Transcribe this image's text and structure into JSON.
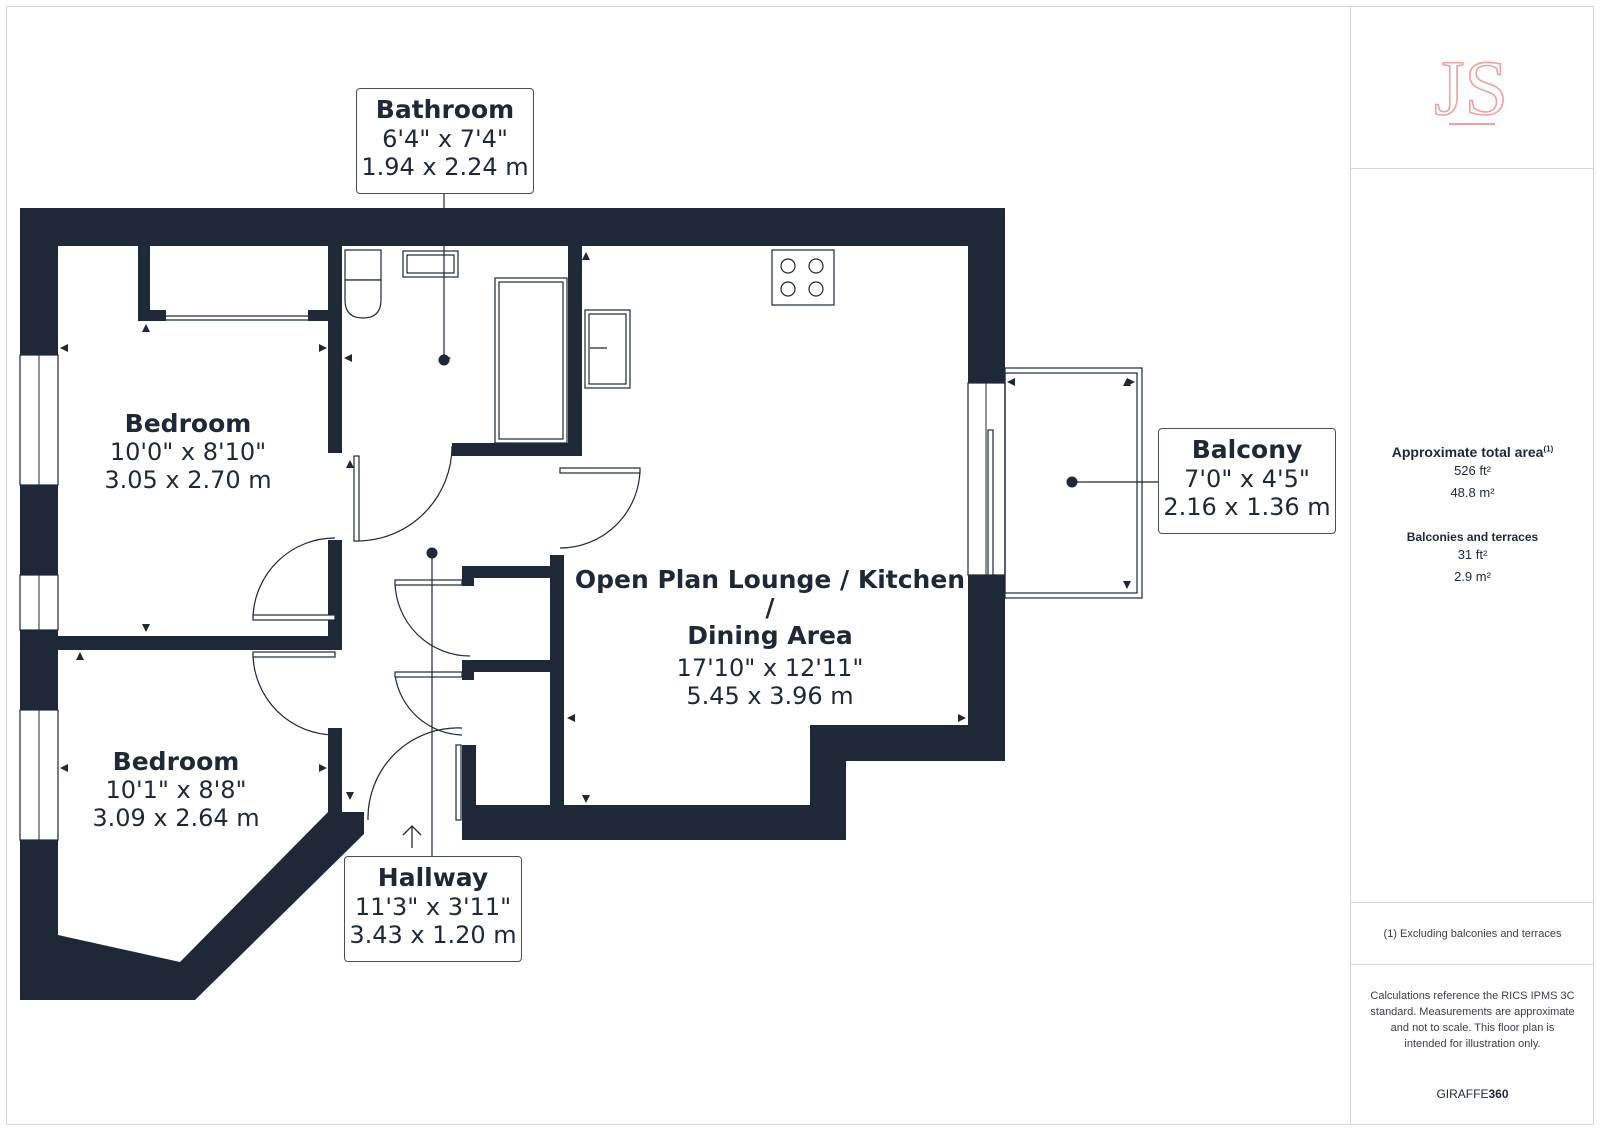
{
  "rooms": {
    "bathroom": {
      "name": "Bathroom",
      "imperial": "6'4\" x 7'4\"",
      "metric": "1.94 x 2.24 m"
    },
    "bedroom1": {
      "name": "Bedroom",
      "imperial": "10'0\" x 8'10\"",
      "metric": "3.05 x 2.70 m"
    },
    "bedroom2": {
      "name": "Bedroom",
      "imperial": "10'1\" x 8'8\"",
      "metric": "3.09 x 2.64 m"
    },
    "lounge": {
      "name_line1": "Open Plan Lounge / Kitchen /",
      "name_line2": "Dining Area",
      "imperial": "17'10\" x 12'11\"",
      "metric": "5.45 x 3.96 m"
    },
    "balcony": {
      "name": "Balcony",
      "imperial": "7'0\" x 4'5\"",
      "metric": "2.16 x 1.36 m"
    },
    "hallway": {
      "name": "Hallway",
      "imperial": "11'3\" x 3'11\"",
      "metric": "3.43 x 1.20 m"
    }
  },
  "sidebar": {
    "logo": "JS",
    "total_area_heading": "Approximate total area",
    "total_area_marker": "(1)",
    "total_area_ft": "526 ft²",
    "total_area_m": "48.8 m²",
    "balconies_heading": "Balconies and terraces",
    "balconies_ft": "31 ft²",
    "balconies_m": "2.9 m²",
    "footnote": "(1) Excluding balconies and terraces",
    "disclaimer": "Calculations reference the RICS IPMS 3C standard. Measurements are approximate and not to scale. This floor plan is intended for illustration only.",
    "brand_light": "GIRAFFE",
    "brand_bold": "360"
  },
  "colors": {
    "wall": "#1f2836",
    "line": "#1f2836",
    "accent": "#e9a3a3"
  }
}
